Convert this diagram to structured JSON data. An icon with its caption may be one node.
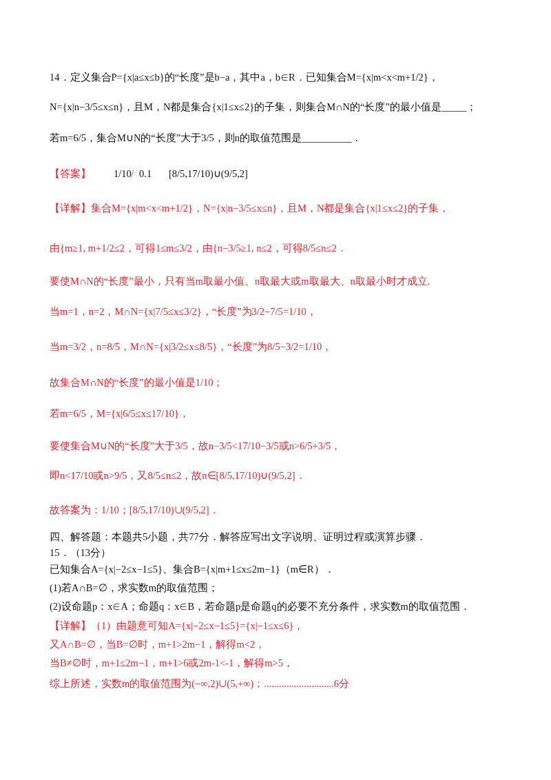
{
  "diagram": {
    "labels": [
      "14．定义集合P={x|a≤x≤b}的“长度”是b−a，其中a，b∈R．已知集合M={x|m<x<m+1/2}，",
      "N={x|n−3/5≤x≤n}，且M，N都是集合{x|1≤x≤2}的子集，则集合M∩N的“长度”的最小值是_____；",
      "若m=6/5，集合M∪N的“长度”大于3/5，则n的取值范围是__________．",
      "【答案】",
      "1/10",
      "/",
      "0.1",
      "[8/5,17/10)∪(9/5,2]",
      "【详解】集合M={x|m<x<m+1/2}，N={x|n−3/5≤x≤n}，且M，N都是集合{x|1≤x≤2}的子集，",
      "由{m≥1, m+1/2≤2，可得1≤m≤3/2，由{n−3/5≥1, n≤2，可得8/5≤n≤2．",
      "要使M∩N的“长度”最小，只有当m取最小值、n取最大或m取最大、n取最小时才成立.",
      "当m=1，n=2，M∩N={x|7/5≤x≤3/2}，“长度”为3/2−7/5=1/10，",
      "当m=3/2，n=8/5，M∩N={x|3/2≤x≤8/5}，“长度”为8/5−3/2=1/10，",
      "故集合M∩N的“长度”的最小值是1/10；",
      "若m=6/5，M={x|6/5≤x≤17/10}，",
      "要使集合M∪N的“长度”大于3/5，故n−3/5<17/10−3/5或n>6/5+3/5，",
      "即n<17/10或n>9/5，又8/5≤n≤2，故n∈[8/5,17/10)∪(9/5,2]．",
      "故答案为：1/10；[8/5,17/10)∪(9/5,2]．",
      "四、解答题：本题共5小题，共77分．解答应写出文字说明、证明过程或演算步骤．",
      "15．（13分）",
      "已知集合A={x|−2≤x−1≤5}、集合B={x|m+1≤x≤2m−1}（m∈R）．",
      "(1)若A∩B=∅，求实数m的取值范围；",
      "(2)设命题p：x∈A；命题q：x∈B，若命题p是命题q的必要不充分条件，求实数m的取值范围．",
      "【详解】（1）由题意可知A={x|−2≤x−1≤5}={x|−1≤x≤6}，",
      "又A∩B=∅，当B=∅时，m+1>2m−1，解得m<2，",
      "当B≠∅时，m+1≤2m−1，m+1>6或2m-1<-1，解得m>5，",
      "综上所述，实数m的取值范围为(−∞,2)∪(5,+∞)；............................6分"
    ]
  }
}
